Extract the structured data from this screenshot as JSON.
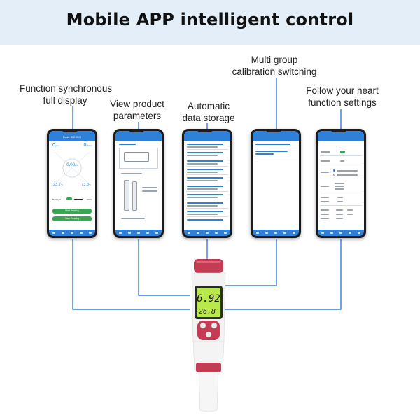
{
  "header": {
    "title": "Mobile APP intelligent control"
  },
  "captions": [
    {
      "id": "function-sync",
      "lines": [
        "Function synchronous",
        "full display"
      ]
    },
    {
      "id": "view-params",
      "lines": [
        "View product",
        "parameters"
      ]
    },
    {
      "id": "auto-storage",
      "lines": [
        "Automatic",
        "data storage"
      ]
    },
    {
      "id": "multi-calib",
      "lines": [
        "Multi group",
        "calibration switching"
      ]
    },
    {
      "id": "follow-heart",
      "lines": [
        "Follow your heart",
        "function settings"
      ]
    }
  ],
  "phone1": {
    "title": "Model: BLE-9909",
    "ppm": "0",
    "ppm_unit": "ppm",
    "us": "0",
    "us_unit": "μS/cm",
    "ph": "0.00",
    "ph_unit": "pH",
    "temp_c": "23.2",
    "temp_c_unit": "°C",
    "temp_f": "73.8",
    "temp_f_unit": "°F",
    "backlight_label": "Backlight",
    "backlight_value": "100%",
    "hold_button": "Hold Reading",
    "save_button": "Save Reading"
  },
  "meter": {
    "reading_main": "6.92",
    "reading_temp": "26.8"
  },
  "colors": {
    "banner": "#e3eef9",
    "app_blue": "#2f80d8",
    "button_green": "#3aa655",
    "connector": "#3b78e7",
    "meter_red": "#c43b54",
    "lcd_green": "#b9e84a"
  }
}
